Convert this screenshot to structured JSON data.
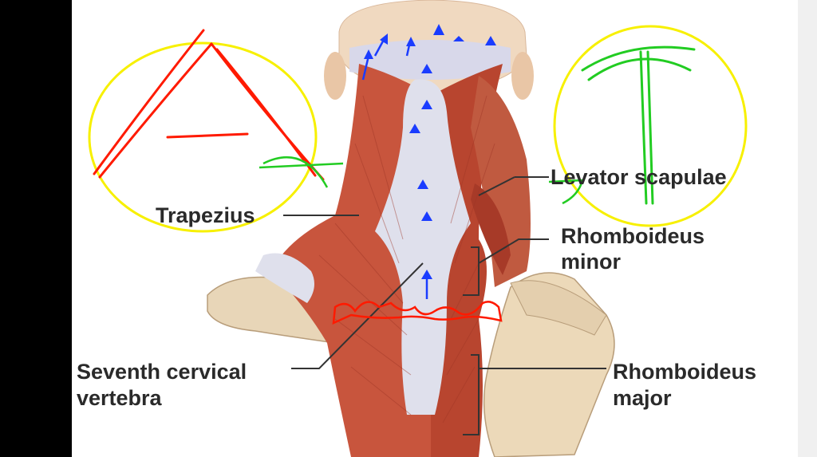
{
  "labels": {
    "trapezius": "Trapezius",
    "levator_scapulae": "Levator scapulae",
    "rhomboideus_minor_line1": "Rhomboideus",
    "rhomboideus_minor_line2": "minor",
    "seventh_cervical_line1": "Seventh cervical",
    "seventh_cervical_line2": "vertebra",
    "rhomboideus_major_line1": "Rhomboideus",
    "rhomboideus_major_line2": "major"
  },
  "colors": {
    "background": "#ffffff",
    "frame": "#000000",
    "muscle": "#c8553d",
    "muscle_dark": "#9e3626",
    "tendon": "#dfe0ec",
    "bone": "#e8d6b8",
    "skin": "#f0d9c0",
    "annotation_yellow": "#f7f000",
    "annotation_red": "#ff1a00",
    "annotation_green": "#22cc22",
    "annotation_blue": "#1a3cff",
    "leader_line": "#333333"
  }
}
